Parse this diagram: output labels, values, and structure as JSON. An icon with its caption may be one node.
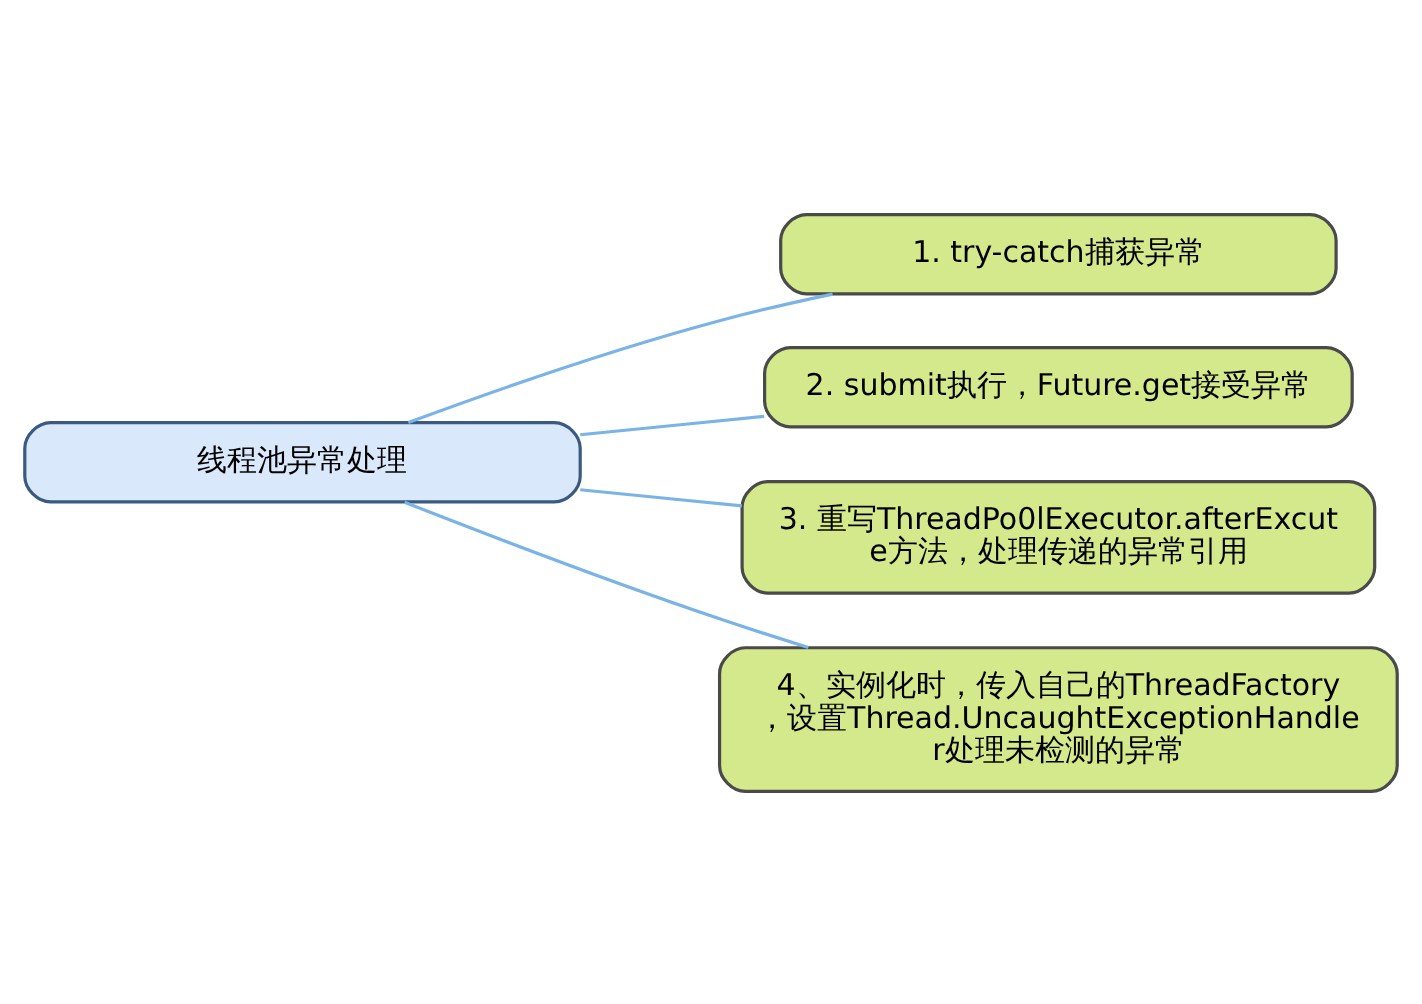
{
  "diagram": {
    "nodes": [
      {
        "text": [
          "线程池异常处理"
        ]
      },
      {
        "text": [
          "1. try-catch捕获异常"
        ]
      },
      {
        "text": [
          "2. submit执行，Future.get接受异常"
        ]
      },
      {
        "text": [
          "3. 重写ThreadPo0lExecutor.afterExcute方法，处理传递的异常引用"
        ]
      },
      {
        "text": [
          "4、实例化时，传入自己的ThreadFactory，设置Thread.UncaughtExceptionHandler处理未检测的异常"
        ]
      }
    ],
    "edges": [
      {
        "from": 0,
        "to": 1,
        "arrow": "none",
        "color": "#7ab3e6"
      },
      {
        "from": 0,
        "to": 2,
        "arrow": "none",
        "color": "#7ab3e6"
      },
      {
        "from": 0,
        "to": 3,
        "arrow": "none",
        "color": "#7ab3e6"
      },
      {
        "from": 0,
        "to": 4,
        "arrow": "none",
        "color": "#7ab3e6"
      }
    ]
  }
}
